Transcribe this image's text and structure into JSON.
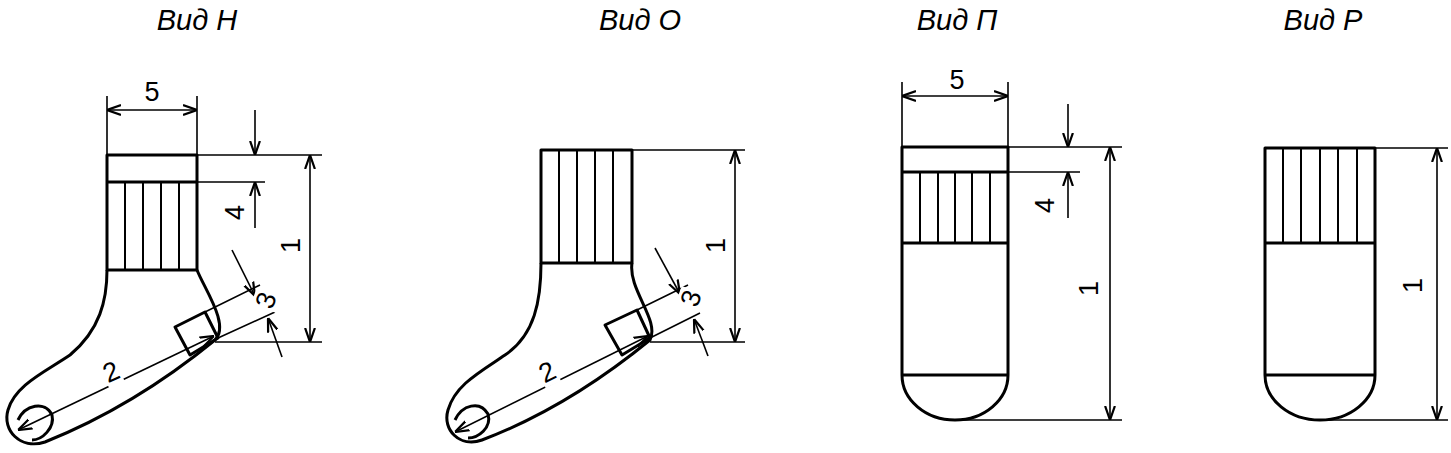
{
  "diagram": {
    "labels": [
      "Вид Н",
      "Вид О",
      "Вид П",
      "Вид Р",
      "5",
      "4",
      "1",
      "3",
      "2",
      "1",
      "3",
      "2",
      "5",
      "4",
      "1",
      "1"
    ]
  }
}
